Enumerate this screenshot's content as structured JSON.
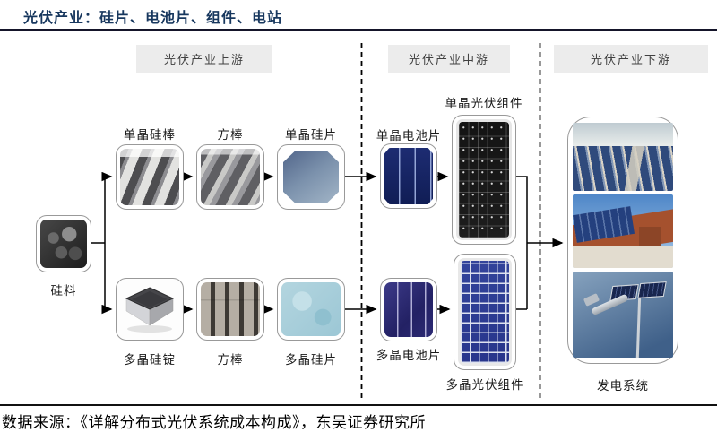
{
  "title": "光伏产业：硅片、电池片、组件、电站",
  "sections": {
    "upstream": "光伏产业上游",
    "midstream": "光伏产业中游",
    "downstream": "光伏产业下游"
  },
  "nodes": {
    "silicon_material": "硅料",
    "mono_rod": "单晶硅棒",
    "mono_square_rod": "方棒",
    "mono_wafer": "单晶硅片",
    "mono_cell": "单晶电池片",
    "mono_module": "单晶光伏组件",
    "poly_ingot": "多晶硅锭",
    "poly_square_rod": "方棒",
    "poly_wafer": "多晶硅片",
    "poly_cell": "多晶电池片",
    "poly_module": "多晶光伏组件",
    "power_system": "发电系统"
  },
  "footer": {
    "source": "数据来源：《详解分布式光伏系统成本构成》，东吴证券研究所"
  },
  "colors": {
    "title_text": "#17375E",
    "title_rule": "#15152A",
    "section_box_bg": "#ECECEC",
    "section_box_text": "#404040",
    "node_border": "#999999",
    "connector": "#000000",
    "mono_cell_blue": "#16246B",
    "poly_module_blue": "#2E3F96",
    "mono_wafer_slate": "#6B82A0",
    "poly_wafer_cyan": "#A9CEDA"
  }
}
